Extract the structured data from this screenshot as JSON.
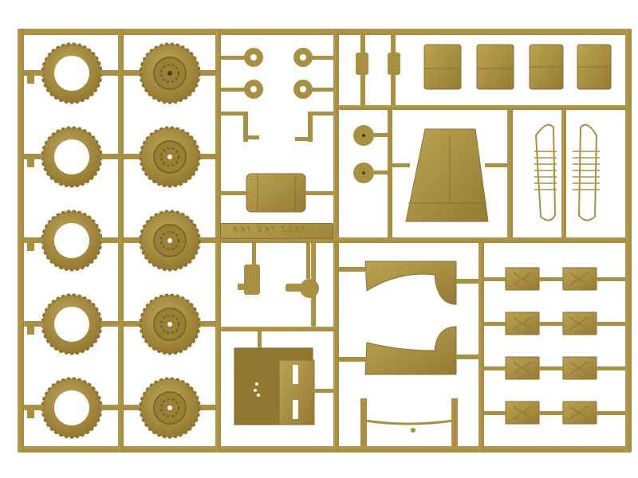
{
  "image": {
    "subject": "plastic model kit sprue tree",
    "background_color": "#ffffff",
    "plastic_color": "#a98f42",
    "plastic_shadow_color": "#8a7230"
  },
  "sprue": {
    "engraved_label": "TASZ TKS TKA",
    "parts": {
      "tires_plain": 5,
      "tires_with_hubs": 5,
      "washers": 4,
      "brackets": 2,
      "plate_top_center": 1,
      "boxes_top_row": 4,
      "small_hub_discs": 2,
      "trapezoid_panel": 1,
      "ladder_grilles": 2,
      "fender_panels": 2,
      "jerrycans": 8,
      "seat_box": 1,
      "axle_frame": 1
    }
  }
}
